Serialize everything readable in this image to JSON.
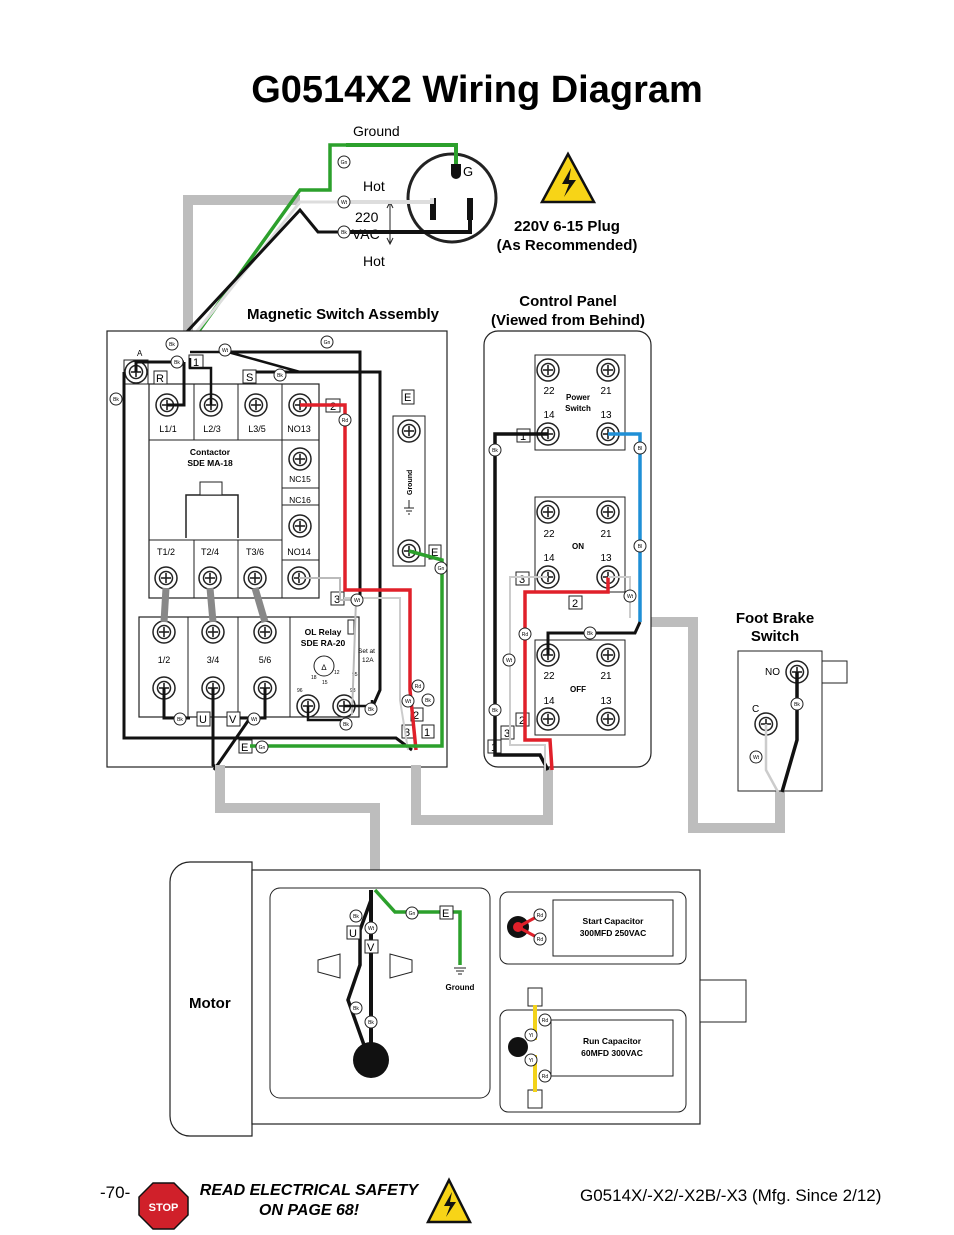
{
  "title": "G0514X2 Wiring Diagram",
  "plug": {
    "ground": "Ground",
    "hot_top": "Hot",
    "voltage_line1": "220",
    "voltage_line2": "VAC",
    "hot_bottom": "Hot",
    "g": "G",
    "caption_line1": "220V 6-15 Plug",
    "caption_line2": "(As Recommended)"
  },
  "magnetic_switch": {
    "title": "Magnetic Switch Assembly",
    "a": "A",
    "term_1": "1",
    "r": "R",
    "s": "S",
    "term_2": "2",
    "term_3": "3",
    "contactor_top_labels": [
      "L1/1",
      "L2/3",
      "L3/5",
      "NO13"
    ],
    "contactor_name_line1": "Contactor",
    "contactor_name_line2": "SDE MA-18",
    "nc15": "NC15",
    "nc16": "NC16",
    "contactor_bottom_labels": [
      "T1/2",
      "T2/4",
      "T3/6",
      "NO14"
    ],
    "relay_terminals": [
      "1/2",
      "3/4",
      "5/6"
    ],
    "relay_name_line1": "OL Relay",
    "relay_name_line2": "SDE RA-20",
    "set_at_line1": "Set at",
    "set_at_line2": "12A",
    "u": "U",
    "v": "V",
    "e": "E",
    "ground_bar_label": "Ground",
    "ground_e_top": "E",
    "ground_e_bottom": "E",
    "bottom_2": "2",
    "bottom_3": "3",
    "bottom_1": "1",
    "dial": [
      "18",
      "12",
      "15"
    ],
    "small_terms": [
      "96",
      "95",
      "98"
    ]
  },
  "control_panel": {
    "title_line1": "Control Panel",
    "title_line2": "(Viewed from Behind)",
    "power_switch_line1": "Power",
    "power_switch_line2": "Switch",
    "on": "ON",
    "off": "OFF",
    "term_22": "22",
    "term_21": "21",
    "term_14": "14",
    "term_13": "13",
    "tag_1": "1",
    "tag_3": "3",
    "tag_2": "2"
  },
  "foot_brake": {
    "title_line1": "Foot Brake",
    "title_line2": "Switch",
    "no": "NO",
    "c": "C"
  },
  "motor": {
    "label": "Motor",
    "u": "U",
    "v": "V",
    "e": "E",
    "ground": "Ground",
    "start_cap_line1": "Start Capacitor",
    "start_cap_line2": "300MFD 250VAC",
    "run_cap_line1": "Run Capacitor",
    "run_cap_line2": "60MFD 300VAC"
  },
  "wire_tags": {
    "gn": "Gn",
    "wt": "Wt",
    "bk": "Bk",
    "rd": "Rd",
    "bl": "Bl",
    "yl": "Yl"
  },
  "footer": {
    "page": "-70-",
    "stop": "STOP",
    "safety_line1": "READ ELECTRICAL SAFETY",
    "safety_line2": "ON PAGE 68!",
    "model": "G0514X/-X2/-X2B/-X3 (Mfg. Since 2/12)"
  },
  "colors": {
    "ground_wire": "#2ca02c",
    "red_wire": "#e0202a",
    "blue_wire": "#1f8fd6",
    "yellow_wire": "#f2d21b",
    "cable": "#bdbdbd",
    "warning": "#f7d417"
  }
}
